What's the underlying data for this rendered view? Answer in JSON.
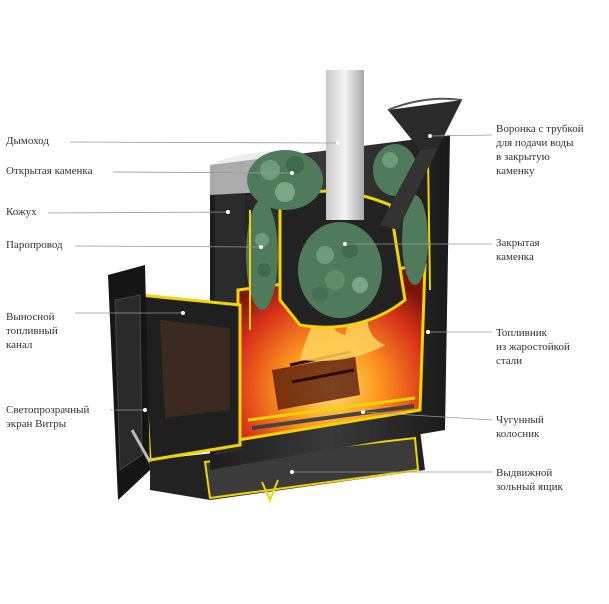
{
  "labels": {
    "chimney": "Дымоход",
    "open_heater": "Открытая каменка",
    "casing": "Кожух",
    "steam_line": "Паропровод",
    "remote_fuel_channel": "Выносной\nтопливный\nканал",
    "vitra_screen": "Светопрозрачный\nэкран Витры",
    "funnel": "Воронка с трубкой\nдля подачи воды\nв закрытую\nкаменку",
    "closed_heater": "Закрытая\nкаменка",
    "firebox": "Топливник\nиз жаростойкой\nстали",
    "grate": "Чугунный\nколосник",
    "ash_drawer": "Выдвижной\nзольный ящик"
  },
  "colors": {
    "outline": "#f2d500",
    "body": "#2a2a2a",
    "fire": "#e0421a",
    "stones": "#4f7a5c",
    "leader": "#9a9a9a"
  }
}
